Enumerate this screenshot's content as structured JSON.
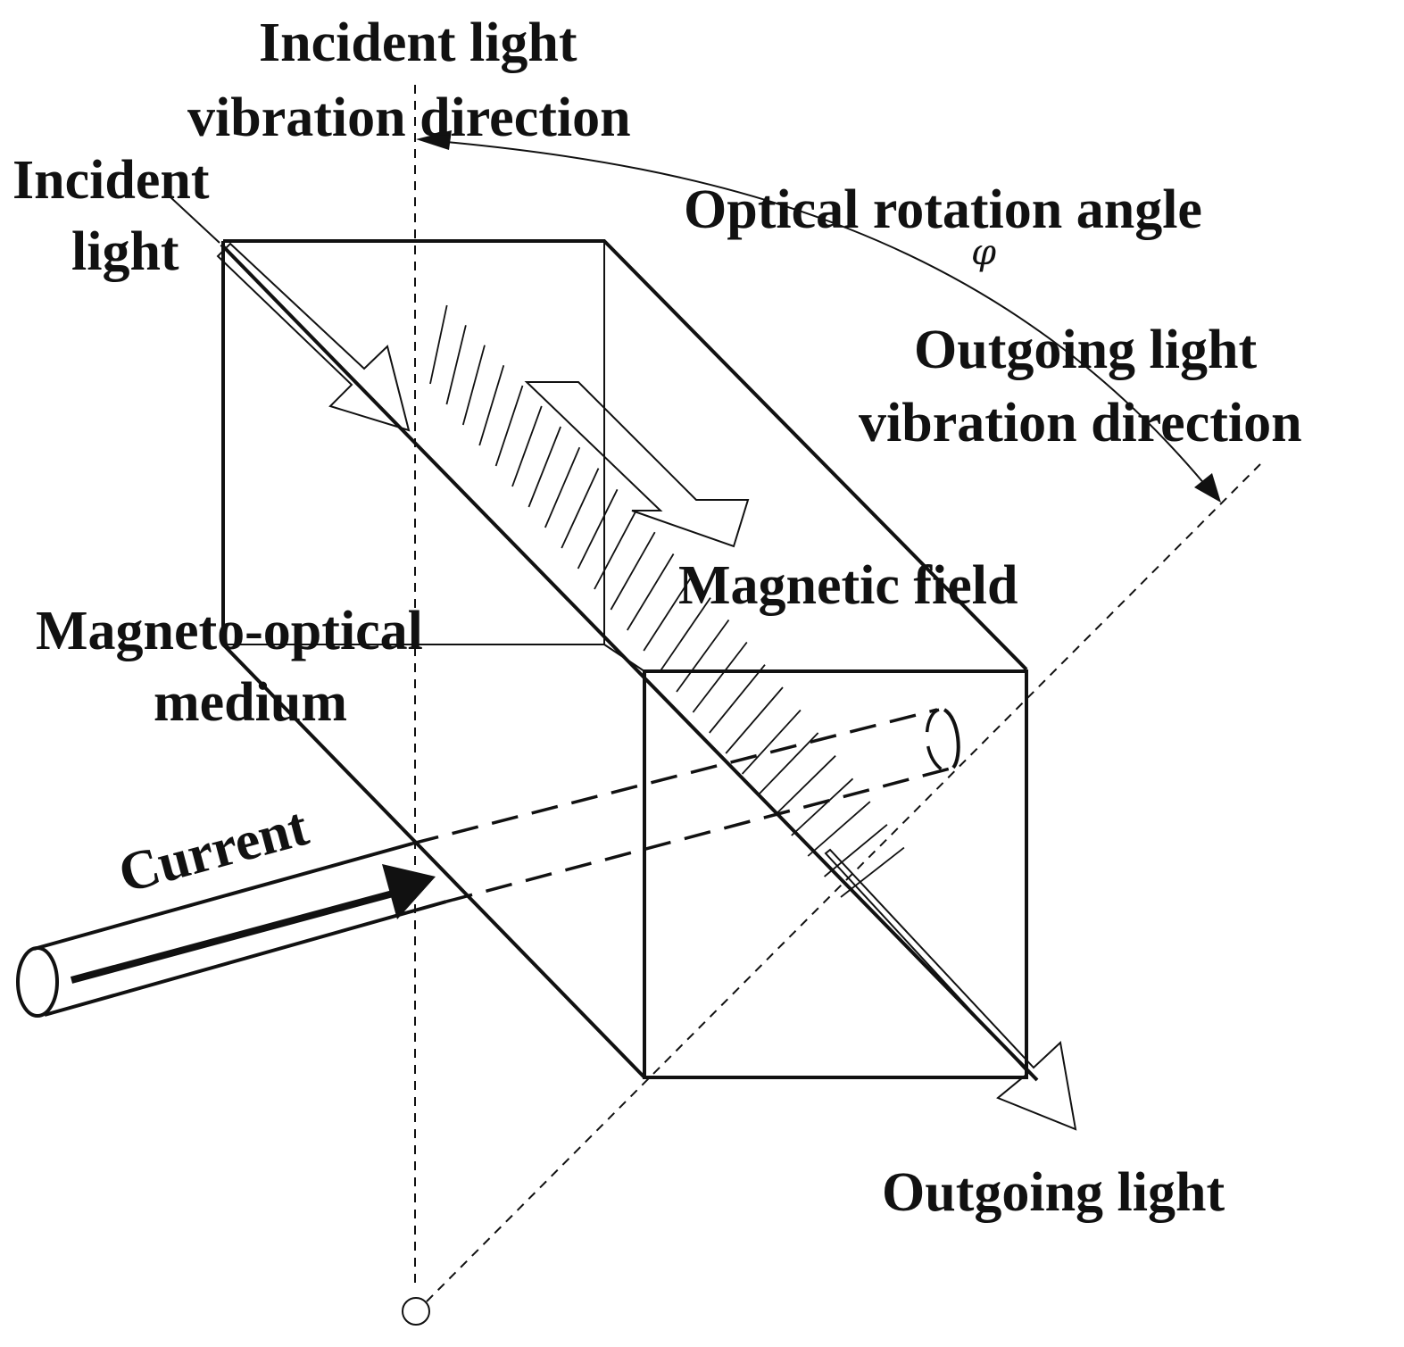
{
  "labels": {
    "incident_vibration_line1": "Incident light",
    "incident_vibration_line2": "vibration direction",
    "incident_light_line1": "Incident",
    "incident_light_line2": "light",
    "rotation_angle": "Optical rotation angle",
    "rotation_symbol": "φ",
    "outgoing_vibration_line1": "Outgoing light",
    "outgoing_vibration_line2": "vibration direction",
    "magnetic_field": "Magnetic field",
    "medium_line1": "Magneto-optical",
    "medium_line2": "medium",
    "current": "Current",
    "outgoing_light": "Outgoing light"
  },
  "colors": {
    "ink": "#111111",
    "background": "#ffffff"
  }
}
